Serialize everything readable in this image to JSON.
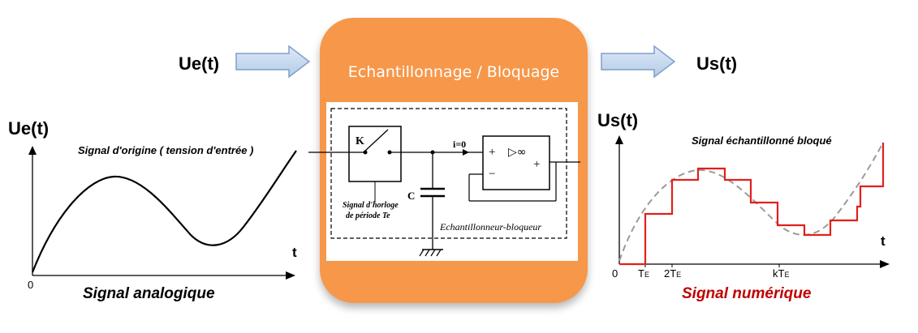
{
  "input": {
    "label": "Ue(t)"
  },
  "output": {
    "label": "Us(t)"
  },
  "block": {
    "title": "Echantillonnage / Bloquage",
    "circuit": {
      "switch_label": "K",
      "current_label": "i=0",
      "capacitor_label": "C",
      "opamp_symbol": "▷∞",
      "plus": "+",
      "minus": "−",
      "out_plus": "+",
      "clock_label_line1": "Signal d'horloge",
      "clock_label_line2": "de période Te",
      "device_label": "Echantillonneur-bloqueur"
    }
  },
  "left_graph": {
    "y_label": "Ue(t)",
    "x_label": "t",
    "origin": "0",
    "annotation": "Signal d'origine ( tension d'entrée )",
    "caption": "Signal analogique",
    "curve_color": "#000000"
  },
  "right_graph": {
    "y_label": "Us(t)",
    "x_label": "t",
    "origin": "0",
    "annotation": "Signal échantillonné bloqué",
    "caption": "Signal numérique",
    "caption_color": "#c00000",
    "step_color": "#e0201c",
    "ticks": {
      "t1": "T",
      "t1_sub": "E",
      "t2": "2T",
      "t2_sub": "E",
      "tk": "kT",
      "tk_sub": "E"
    }
  },
  "colors": {
    "block": "#f7974a",
    "arrow_fill": "#c5d9f1",
    "arrow_stroke": "#7f9fc9"
  }
}
